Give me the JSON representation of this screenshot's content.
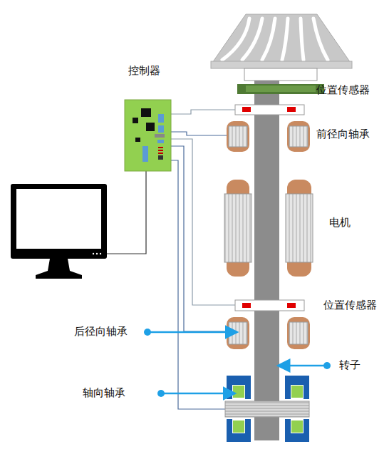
{
  "diagram": {
    "labels": [
      "控制器",
      "位置传感器",
      "前径向轴承",
      "电机",
      "位置传感器",
      "后径向轴承",
      "转子",
      "轴向轴承"
    ]
  }
}
